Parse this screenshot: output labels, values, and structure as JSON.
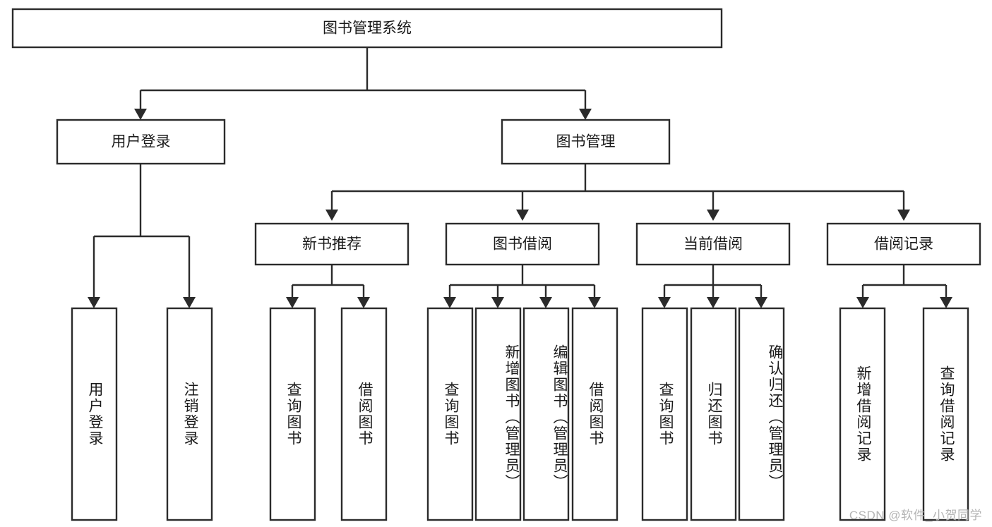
{
  "diagram": {
    "title": "图书管理系统",
    "type": "tree-hierarchy",
    "orientation": "top-down",
    "colors": {
      "box_stroke": "#2b2b2b",
      "box_fill": "#ffffff",
      "connector": "#2b2b2b",
      "text": "#1a1a1a",
      "watermark": "#b4b4b4"
    },
    "root": {
      "label": "图书管理系统"
    },
    "level2": [
      {
        "label": "用户登录"
      },
      {
        "label": "图书管理"
      }
    ],
    "level3": [
      {
        "label": "新书推荐"
      },
      {
        "label": "图书借阅"
      },
      {
        "label": "当前借阅"
      },
      {
        "label": "借阅记录"
      }
    ],
    "leaves": {
      "user_login": [
        {
          "label": "用户登录"
        },
        {
          "label": "注销登录"
        }
      ],
      "new_book_recommend": [
        {
          "label": "查询图书"
        },
        {
          "label": "借阅图书"
        }
      ],
      "book_borrow": [
        {
          "label": "查询图书"
        },
        {
          "label": "新增图书（管理员）"
        },
        {
          "label": "编辑图书（管理员）"
        },
        {
          "label": "借阅图书"
        }
      ],
      "current_borrow": [
        {
          "label": "查询图书"
        },
        {
          "label": "归还图书"
        },
        {
          "label": "确认归还（管理员）"
        }
      ],
      "borrow_record": [
        {
          "label": "新增借阅记录"
        },
        {
          "label": "查询借阅记录"
        }
      ]
    }
  },
  "watermark": {
    "text": "CSDN @软件_小贺同学"
  }
}
